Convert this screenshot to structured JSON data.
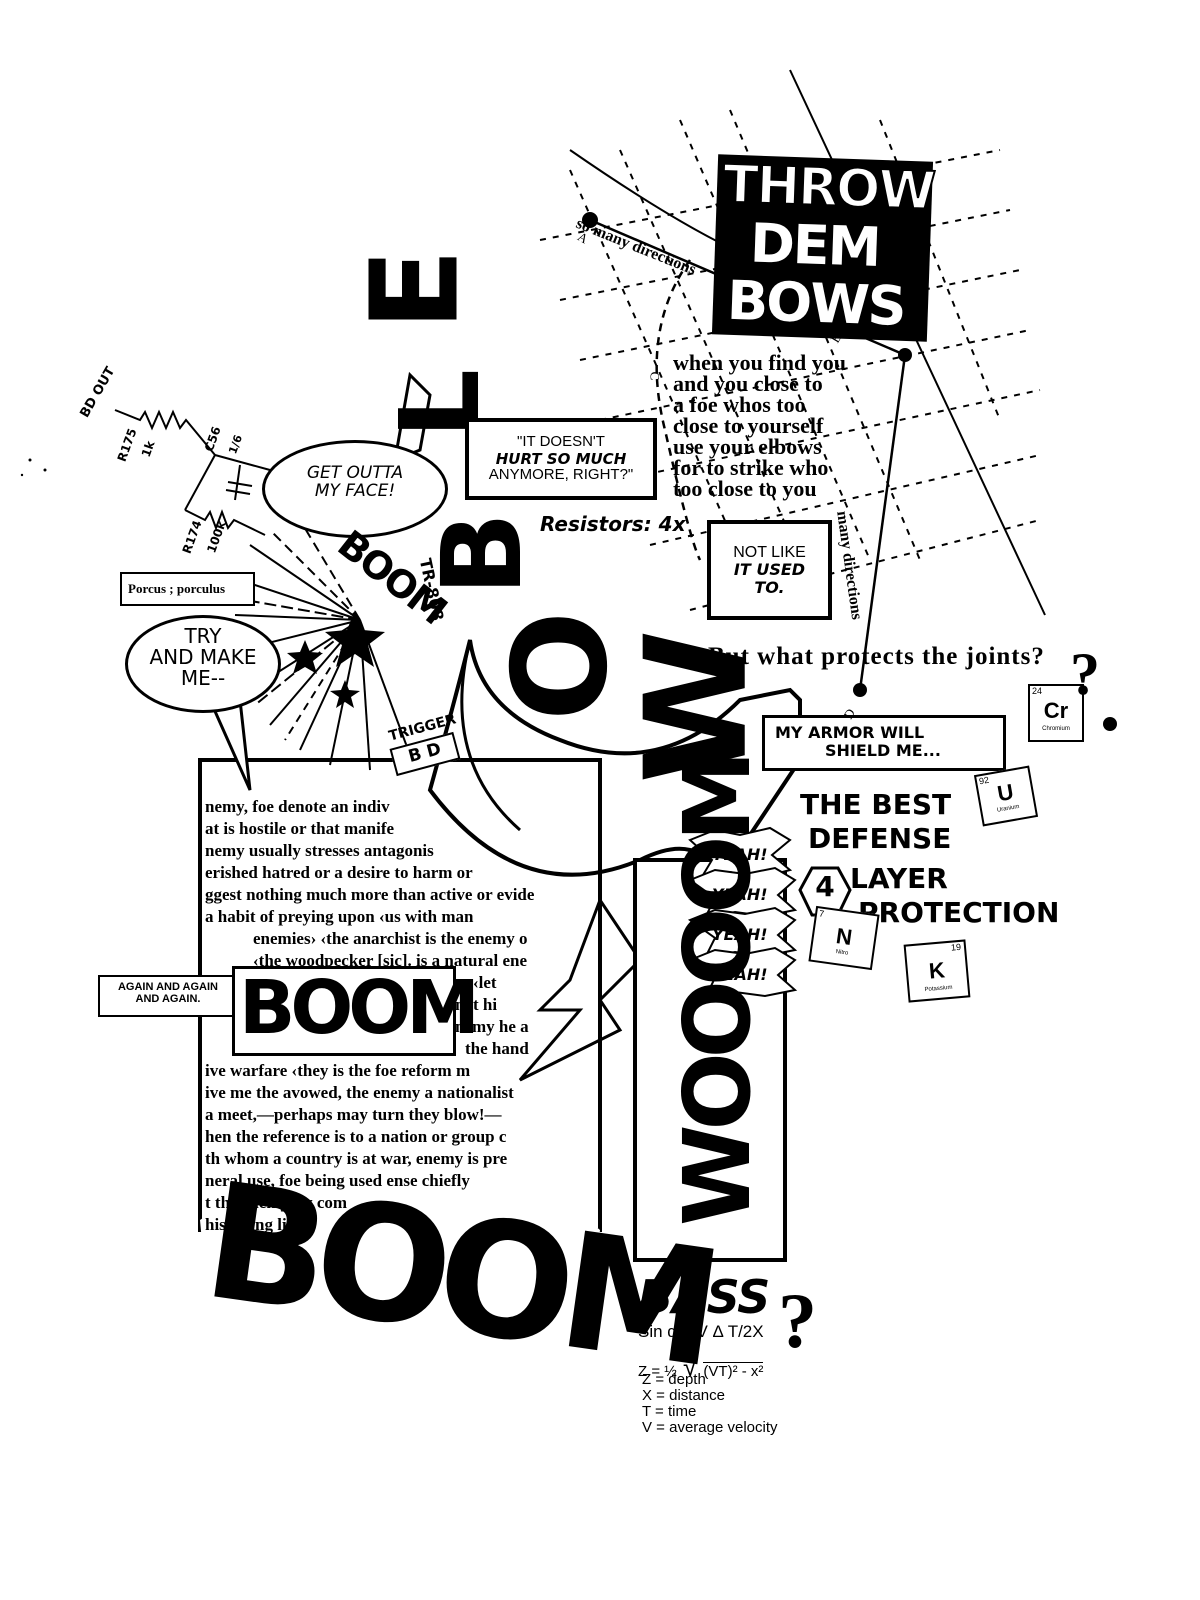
{
  "colors": {
    "ink": "#000000",
    "paper": "#ffffff"
  },
  "circuit": {
    "bd_out": "BD OUT",
    "r175": "R175",
    "r175_val": "1k",
    "c56": "C56",
    "c56_val": "1/6",
    "r174": "R174",
    "r174_val": "100k"
  },
  "bubbles": {
    "get_outta": [
      "GET OUTTA",
      "MY FACE!"
    ],
    "try_make_me": [
      "TRY",
      "AND MAKE",
      "ME--"
    ],
    "doesnt_hurt": [
      "\"IT DOESN'T",
      "HURT SO MUCH",
      "ANYMORE, RIGHT?\""
    ],
    "not_like": [
      "NOT LIKE",
      "IT USED",
      "TO."
    ],
    "again": [
      "AGAIN AND AGAIN",
      "AND AGAIN."
    ],
    "armor": [
      "MY ARMOR WILL",
      "SHIELD ME..."
    ]
  },
  "labels": {
    "porcus": "Porcus ; porculus",
    "tr808": "TR-808",
    "trigger": "TRIGGER",
    "bd": "B D",
    "resistors": "Resistors: 4x",
    "boom_small": "BOOM",
    "boom_box": "BOOM",
    "boom_big": "BOOM",
    "elbow_letters": [
      "E",
      "L",
      "B",
      "O",
      "W"
    ],
    "wooooom": "WOOOOM",
    "yeah": [
      "YEAH!",
      "YEAH!",
      "YEAH!",
      "YEAH!"
    ]
  },
  "title": {
    "line1": "THROW",
    "line2": "DEM",
    "line3": "BOWS"
  },
  "directions": {
    "top": "so many directions",
    "right": "many directions",
    "a": "A",
    "b": "B",
    "c": "C",
    "d": "D"
  },
  "poem": [
    "when you find you",
    "and you close to",
    "a foe whos too",
    "close to yourself",
    "use your elbows",
    "for to strike who",
    "too close to you"
  ],
  "question": "But what protects the joints?",
  "defense": {
    "line1": "THE BEST",
    "line2": "DEFENSE",
    "badge": "4",
    "line3": "LAYER",
    "line4": "PROTECTION"
  },
  "elements": [
    {
      "number": "24",
      "symbol": "Cr",
      "name": "Chromium"
    },
    {
      "number": "92",
      "symbol": "U",
      "name": "Uranium"
    },
    {
      "number": "7",
      "symbol": "N",
      "name": "Nitro"
    },
    {
      "number": "19",
      "symbol": "K",
      "name": "Potassium"
    }
  ],
  "dictionary": [
    "nemy, foe denote an indiv",
    "at is hostile or that manife",
    "nemy usually stresses antagonis",
    "erished hatred or a desire to harm or",
    "ggest nothing much more than active or evide",
    "a habit of preying upon ‹us     with man",
    "enemies› ‹the anarchist is the enemy o",
    "‹the woodpecker [sic]. is a natural ene",
    "‹let",
    "not hi",
    "nemy      he a",
    "the       hand",
    "ive warfare ‹they is the foe     reform m",
    "ive me the avowed, the enemy a nationalist",
    "a meet,—perhaps may turn they blow!—",
    "hen the reference is to a nation or group c",
    "th whom a country is at war, enemy is pre",
    "neral use, foe being used    ense chiefly",
    "     t the enemy,        ey com",
    "     hispering lips"
  ],
  "bass": {
    "title": "BASS",
    "q": "?",
    "eq1": "Sin α = V Δ T/2X",
    "eq2_left": "Z = ½",
    "eq2_root": "(VT)² - x²",
    "legend": [
      "Z = depth",
      "X = distance",
      "T = time",
      "V = average velocity"
    ]
  }
}
